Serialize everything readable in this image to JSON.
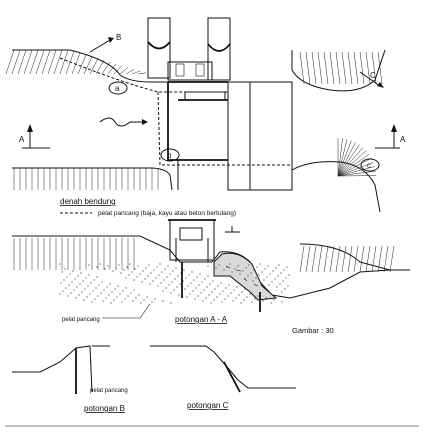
{
  "plan": {
    "title": "denah bendung",
    "legend_text": "pelat pancang (baja, kayu atau beton bertulang)",
    "section_marker": "A",
    "detail_a": "a",
    "detail_b": "b",
    "detail_c": "c",
    "arrow_b": "B",
    "arrow_c": "C"
  },
  "section_a": {
    "title": "potongan  A - A",
    "pile_label": "pelat pancang"
  },
  "figure_number": "Gambar : 30",
  "section_b": {
    "title": "potongan B",
    "pile_label": "pelat pancang"
  },
  "section_c": {
    "title": "potongan C"
  }
}
